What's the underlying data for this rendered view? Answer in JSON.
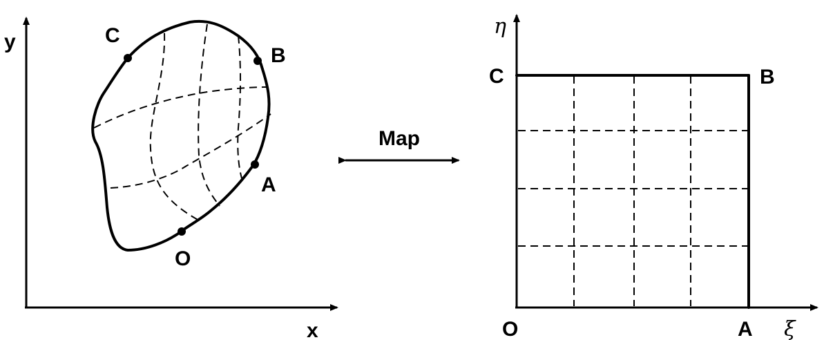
{
  "physical_domain": {
    "axis_x_label": "x",
    "axis_y_label": "y",
    "points": {
      "C": "C",
      "B": "B",
      "A": "A",
      "O": "O"
    }
  },
  "mapping": {
    "label": "Map"
  },
  "computational_domain": {
    "axis_xi_label": "ξ",
    "axis_eta_label": "η",
    "points": {
      "C": "C",
      "B": "B",
      "A": "A",
      "O": "O"
    }
  }
}
